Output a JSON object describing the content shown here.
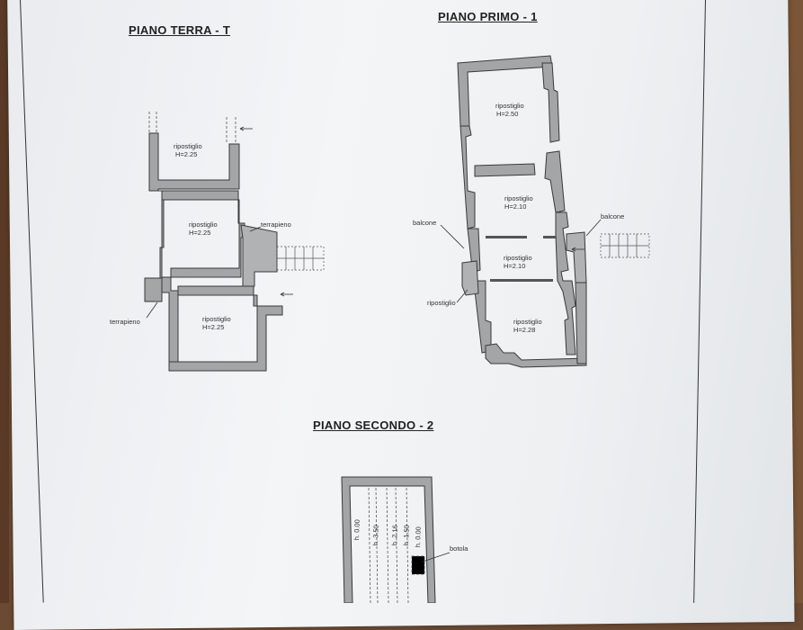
{
  "titles": {
    "ground": "PIANO TERRA - T",
    "first": "PIANO PRIMO - 1",
    "second": "PIANO SECONDO - 2"
  },
  "ground_floor": {
    "room1_name": "ripostiglio",
    "room1_h": "H=2.25",
    "room2_name": "ripostiglio",
    "room2_h": "H=2.25",
    "room3_name": "ripostiglio",
    "room3_h": "H=2.25",
    "terrapieno_right": "terrapieno",
    "terrapieno_left": "terrapieno"
  },
  "first_floor": {
    "room1_name": "ripostiglio",
    "room1_h": "H=2.50",
    "room2_name": "ripostiglio",
    "room2_h": "H=2.10",
    "room3_name": "ripostiglio",
    "room3_h": "H=2.10",
    "room4_name": "ripostiglio",
    "room4_h": "H=2.28",
    "balcone_left": "balcone",
    "balcone_right": "balcone",
    "ripostiglio_small": "ripostiglio"
  },
  "second_floor": {
    "heights": [
      "h. 0.00",
      "h. 3.50",
      "h. 2.16",
      "h. 1.50",
      "h. 0.00"
    ],
    "botola": "botola"
  },
  "colors": {
    "wall": "#9a9c9e",
    "wall_stroke": "#3a3a3a",
    "paper": "#eef0f2",
    "wood": "#6b4a33"
  }
}
